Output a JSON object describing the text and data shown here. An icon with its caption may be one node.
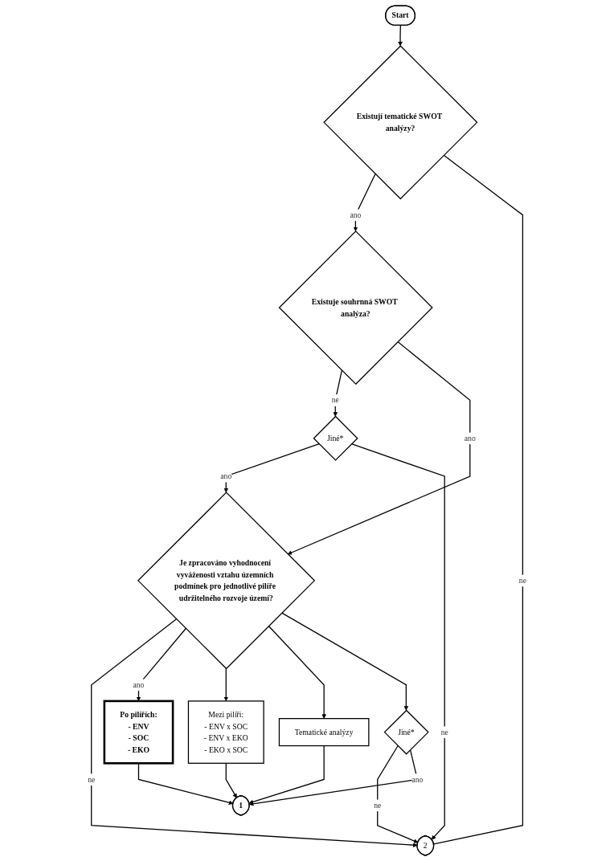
{
  "diagram": {
    "nodes": [
      {
        "text": [
          "Start"
        ]
      },
      {
        "text": [
          "Existují tematické SWOT analýzy?"
        ]
      },
      {
        "text": [
          "Existuje souhrnná SWOT analýza?"
        ]
      },
      {
        "text": [
          "Jiné*"
        ]
      },
      {
        "text": [
          "Je zpracováno vyhodnocení vyváženosti vztahu územních podmínek pro jednotlivé pilíře udržitelného rozvoje území?"
        ]
      },
      {
        "text": [
          "Po pilířích:",
          "- ENV",
          "- SOC",
          "- EKO"
        ]
      },
      {
        "text": [
          "Mezi pilíři:",
          "- ENV x SOC",
          "- ENV x EKO",
          "- EKO x SOC"
        ]
      },
      {
        "text": [
          "Tematické analýzy"
        ]
      },
      {
        "text": [
          "Jiné*"
        ]
      },
      {
        "text": [
          "1"
        ]
      },
      {
        "text": [
          "2"
        ]
      }
    ],
    "edges": [
      {
        "from": 0,
        "to": 1,
        "arrow": "to"
      },
      {
        "from": 1,
        "to": 2,
        "arrow": "to",
        "label": "ano"
      },
      {
        "from": 1,
        "to": 10,
        "arrow": "none",
        "label": "ne"
      },
      {
        "from": 2,
        "to": 3,
        "arrow": "to",
        "label": "ne"
      },
      {
        "from": 2,
        "to": 4,
        "arrow": "to",
        "label": "ano"
      },
      {
        "from": 3,
        "to": 4,
        "arrow": "to",
        "label": "ano"
      },
      {
        "from": 3,
        "to": 10,
        "arrow": "to",
        "label": "ne"
      },
      {
        "from": 4,
        "to": 10,
        "arrow": "to",
        "label": "ne"
      },
      {
        "from": 4,
        "to": 5,
        "arrow": "to",
        "label": "ano"
      },
      {
        "from": 4,
        "to": 6,
        "arrow": "to"
      },
      {
        "from": 4,
        "to": 7,
        "arrow": "to"
      },
      {
        "from": 4,
        "to": 8,
        "arrow": "to"
      },
      {
        "from": 8,
        "to": 10,
        "arrow": "to",
        "label": "ne"
      },
      {
        "from": 5,
        "to": 9,
        "arrow": "to"
      },
      {
        "from": 6,
        "to": 9,
        "arrow": "to"
      },
      {
        "from": 7,
        "to": 9,
        "arrow": "to"
      },
      {
        "from": 8,
        "to": 9,
        "arrow": "to",
        "label": "ano"
      }
    ]
  }
}
